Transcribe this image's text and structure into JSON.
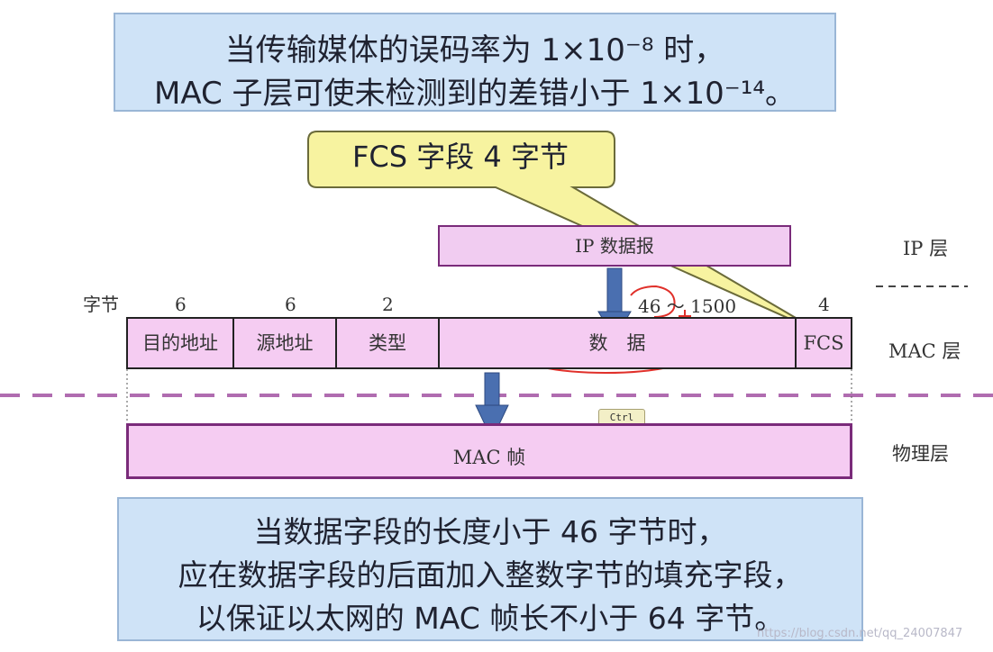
{
  "top_note": {
    "line1": "当传输媒体的误码率为 1×10⁻⁸ 时，",
    "line2": "MAC 子层可使未检测到的差错小于 1×10⁻¹⁴。"
  },
  "callout": "FCS 字段 4 字节",
  "ip_box": "IP 数据报",
  "byte_row_label": "字节",
  "byte_counts": [
    "6",
    "6",
    "2",
    "46 ～ 1500",
    "4"
  ],
  "fields": [
    "目的地址",
    "源地址",
    "类型",
    "数　据",
    "FCS"
  ],
  "mac_frame": "MAC 帧",
  "layer_labels": [
    "IP 层",
    "MAC 层",
    "物理层"
  ],
  "ctrl_badge": "Ctrl",
  "bottom_note": {
    "line1": "当数据字段的长度小于 46 字节时，",
    "line2": "应在数据字段的后面加入整数字节的填充字段，",
    "line3": "以保证以太网的 MAC 帧长不小于 64 字节。"
  },
  "watermark": "https://blog.csdn.net/qq_24007847",
  "colors": {
    "note_bg": "#cfe3f7",
    "callout_bg": "#f7f3a0",
    "frame_bg": "#f5ccf2",
    "frame_border": "#7a2b7a",
    "arrow": "#4a6fb0",
    "annotation": "#e0302a",
    "dash": "#b06cb0"
  }
}
